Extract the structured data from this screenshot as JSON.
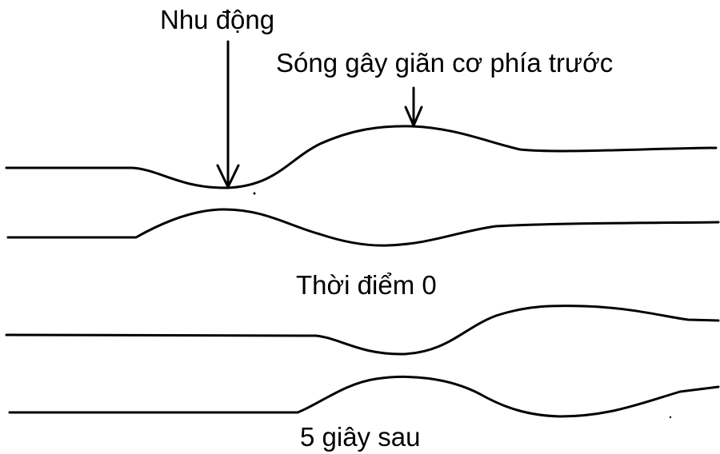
{
  "labels": {
    "peristalsis": "Nhu động",
    "receptive_relaxation_wave": "Sóng gây giãn cơ phía trước",
    "time_zero": "Thời điểm 0",
    "five_seconds_later": "5 giây sau"
  },
  "colors": {
    "stroke": "#000000",
    "background": "#ffffff"
  }
}
